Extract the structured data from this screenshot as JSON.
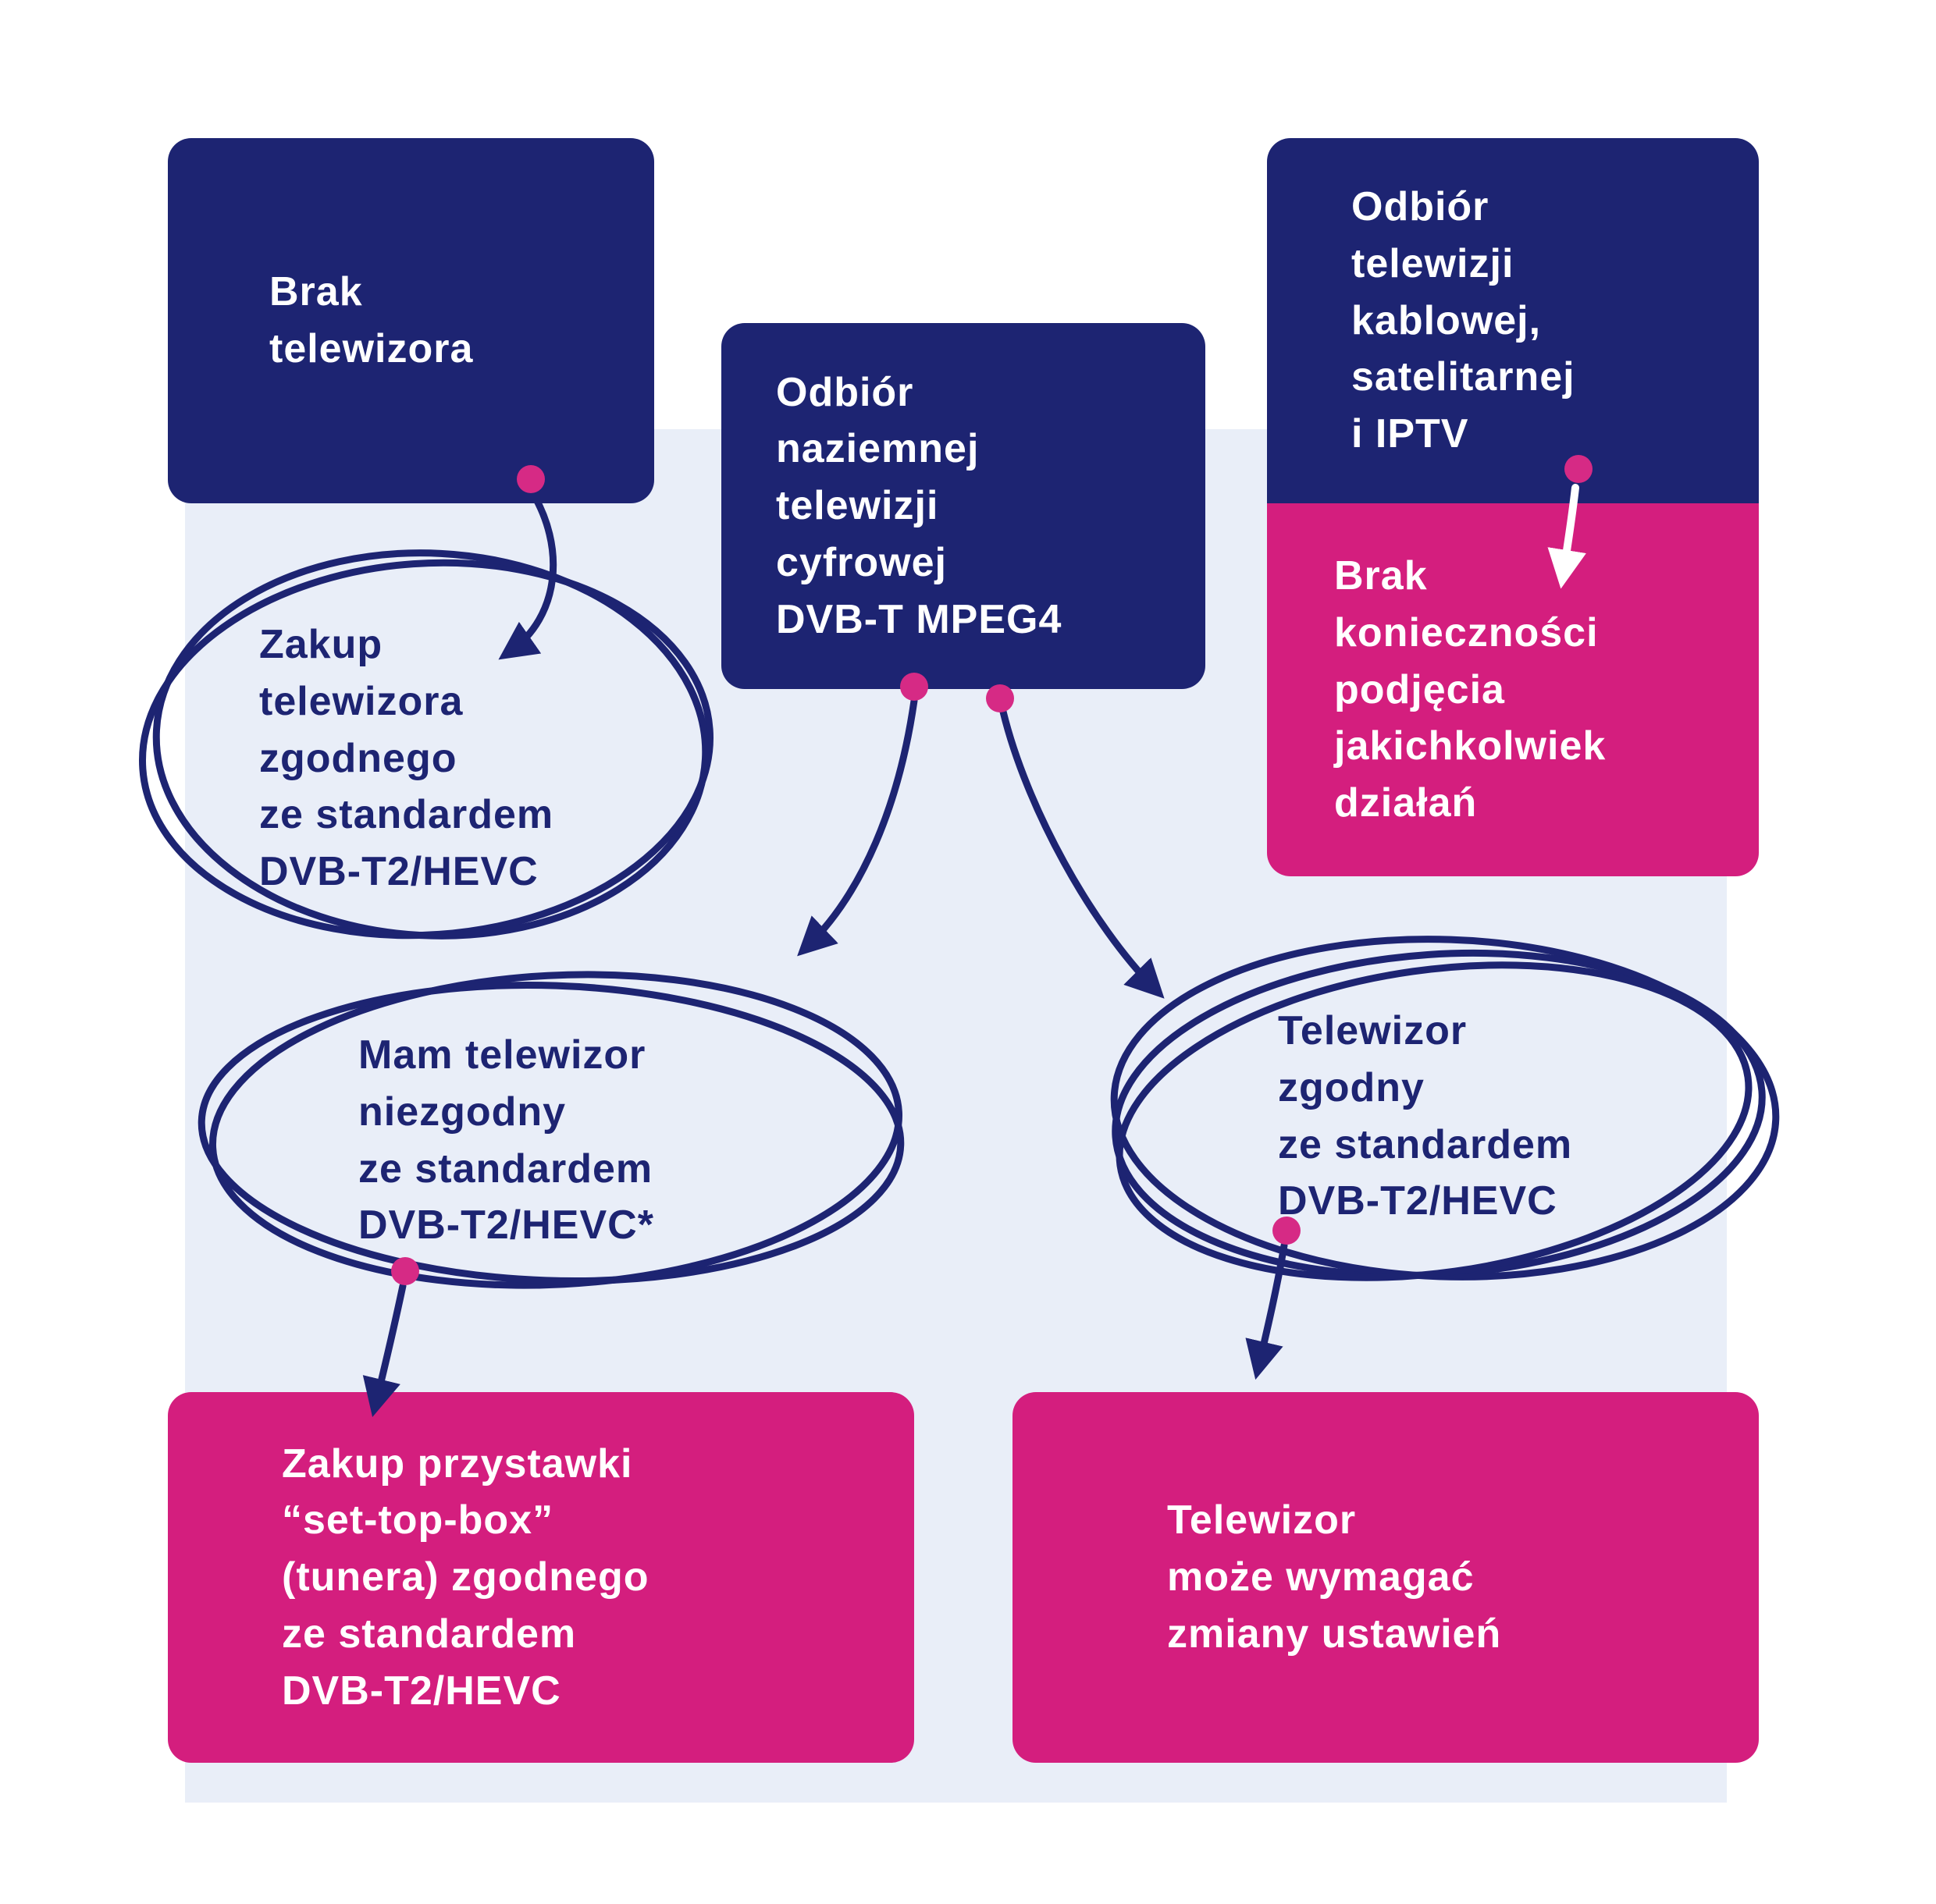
{
  "colors": {
    "navy": "#1d2472",
    "magenta": "#d41e7e",
    "dot": "#d62a85",
    "panel": "#e9eef8",
    "text_light": "#ffffff"
  },
  "nodes": {
    "no_tv": {
      "label": "Brak\ntelewizora"
    },
    "dvbt": {
      "label": "Odbiór\nnaziemnej\ntelewizji\ncyfrowej\nDVB-T MPEG4"
    },
    "cable": {
      "label": "Odbiór\ntelewizji\nkablowej,\nsatelitarnej\ni IPTV"
    },
    "no_action": {
      "label": "Brak\nkonieczności\npodjęcia\njakichkolwiek\ndziałań"
    },
    "buy_tv": {
      "label": "Zakup\ntelewizora\nzgodnego\nze standardem\nDVB-T2/HEVC"
    },
    "incompatible_tv": {
      "label": "Mam telewizor\nniezgodny\nze standardem\nDVB-T2/HEVC*"
    },
    "compatible_tv": {
      "label": "Telewizor\nzgodny\nze standardem\nDVB-T2/HEVC"
    },
    "buy_stb": {
      "label": "Zakup przystawki\n“set-top-box”\n(tunera) zgodnego\nze standardem\nDVB-T2/HEVC"
    },
    "tv_settings": {
      "label": "Telewizor\nmoże wymagać\nzmiany ustawień"
    }
  }
}
